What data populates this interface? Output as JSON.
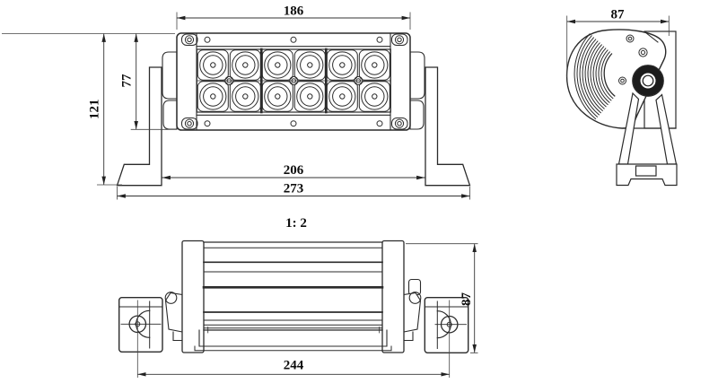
{
  "drawing": {
    "type": "technical-drawing",
    "background": "#ffffff",
    "line_color": "#2b2b2b",
    "knob_dark_color": "#1c1c1c",
    "scale_label": "1: 2",
    "front_view": {
      "dim_top_width": "186",
      "dim_lens_height": "77",
      "dim_total_height": "121",
      "dim_mount_inner_width": "206",
      "dim_overall_width": "273",
      "led_rows": 2,
      "led_cols": 6,
      "led_count": 12
    },
    "side_view": {
      "dim_depth": "87"
    },
    "bottom_view": {
      "dim_hole_span": "244",
      "dim_height": "87"
    }
  }
}
